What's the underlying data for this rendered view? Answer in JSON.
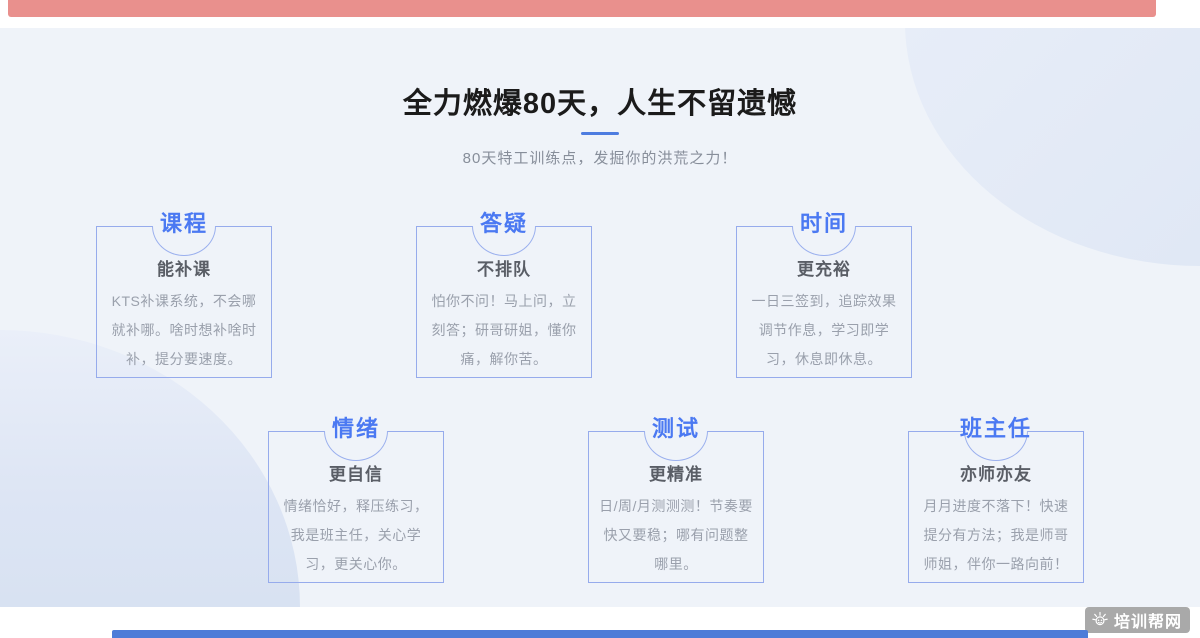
{
  "page": {
    "top_bar_color": "#e9908d",
    "bottom_bar_color": "#4d7cd8",
    "section_bg": "#eff3f9",
    "accent_blue": "#4b79f2"
  },
  "header": {
    "title": "全力燃爆80天，人生不留遗憾",
    "subtitle": "80天特工训练点，发掘你的洪荒之力！"
  },
  "cards": [
    {
      "tag": "课程",
      "heading": "能补课",
      "body": "KTS补课系统，不会哪就补哪。啥时想补啥时补，提分要速度。"
    },
    {
      "tag": "答疑",
      "heading": "不排队",
      "body": "怕你不问！马上问，立刻答；研哥研姐，懂你痛，解你苦。"
    },
    {
      "tag": "时间",
      "heading": "更充裕",
      "body": "一日三签到，追踪效果调节作息，学习即学习，休息即休息。"
    },
    {
      "tag": "情绪",
      "heading": "更自信",
      "body": "情绪恰好，释压练习，我是班主任，关心学习，更关心你。"
    },
    {
      "tag": "测试",
      "heading": "更精准",
      "body": "日/周/月测测测！节奏要快又要稳；哪有问题整哪里。"
    },
    {
      "tag": "班主任",
      "heading": "亦师亦友",
      "body": "月月进度不落下！快速提分有方法；我是师哥师姐，伴你一路向前！"
    }
  ],
  "watermark": {
    "label": "培训帮网",
    "icon": "sun-face-icon"
  }
}
